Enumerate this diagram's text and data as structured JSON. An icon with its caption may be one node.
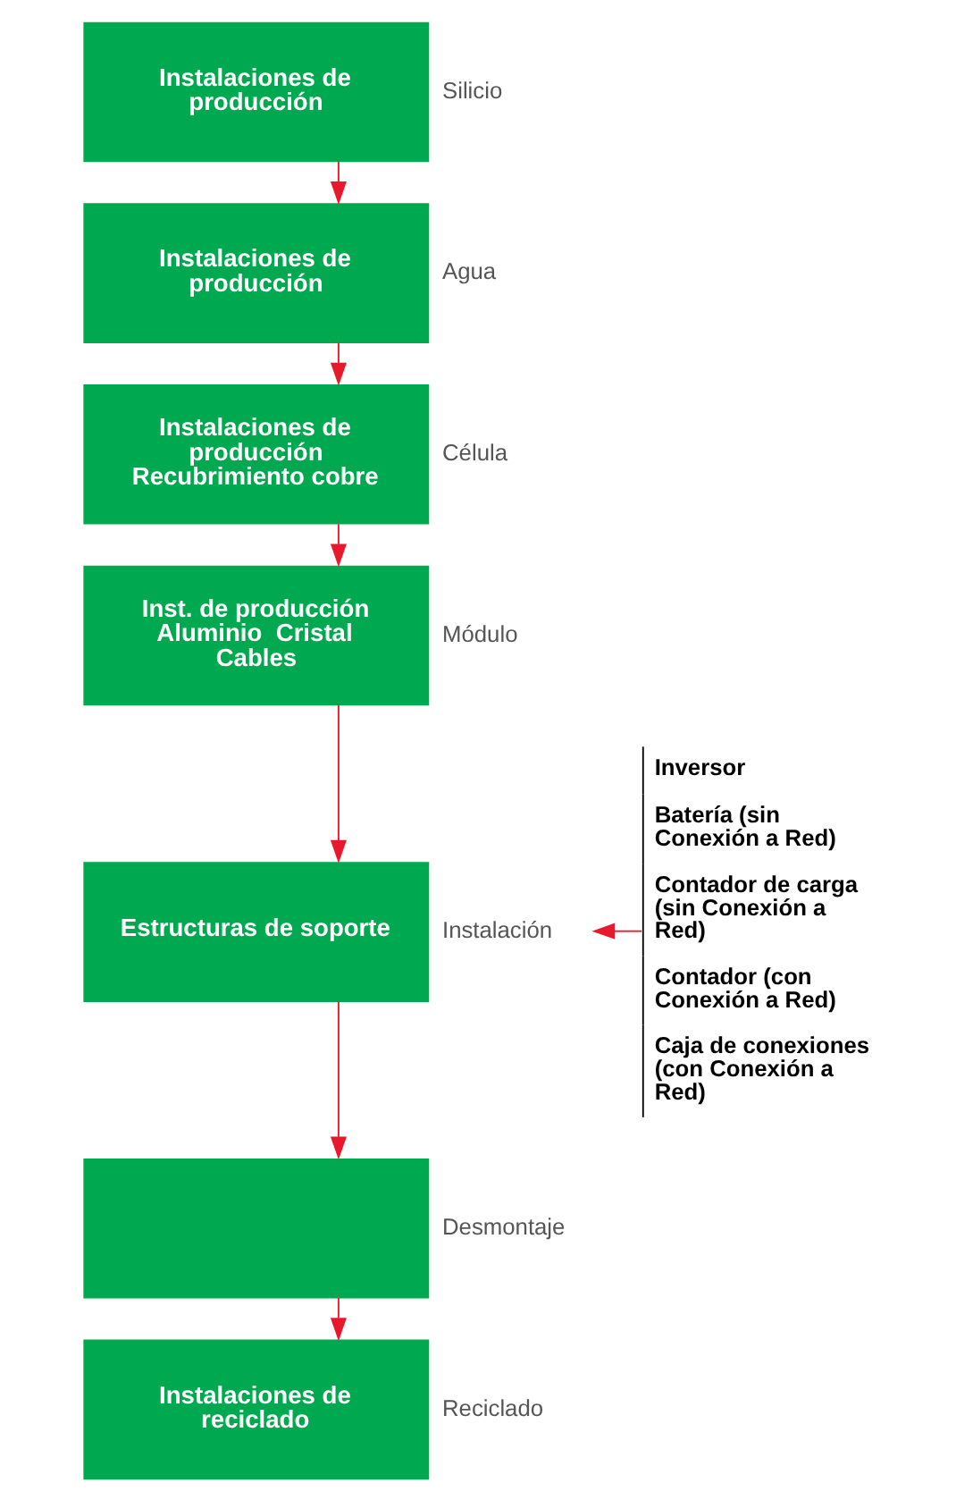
{
  "diagram": {
    "nodes": [
      {
        "text": [
          "Instalaciones de producción"
        ],
        "beside": [
          "Silicio"
        ]
      },
      {
        "text": [
          "Instalaciones de producción"
        ],
        "beside": [
          "Agua"
        ]
      },
      {
        "text": [
          "Instalaciones de producción Recubrimiento cobre"
        ],
        "beside": [
          "Célula"
        ]
      },
      {
        "text": [
          "Inst. de producción Aluminio  Cristal Cables"
        ],
        "beside": [
          "Módulo"
        ]
      },
      {
        "text": [
          "Estructuras de soporte"
        ],
        "beside": [
          "Instalación"
        ]
      },
      {
        "text": [],
        "shape": "box",
        "beside": [
          "Desmontaje"
        ]
      },
      {
        "text": [
          "Instalaciones de reciclado"
        ],
        "beside": [
          "Reciclado"
        ]
      },
      {
        "text": [
          "Inversor",
          "Batería (sin Conexión a Red)",
          "Contador de carga (sin Conexión a Red)",
          "Contador (con Conexión a Red)",
          "Caja de conexiones (con Conexión a Red)"
        ]
      }
    ],
    "edges": [
      {
        "from": 0,
        "to": 1,
        "arrow": "to"
      },
      {
        "from": 1,
        "to": 2,
        "arrow": "to"
      },
      {
        "from": 2,
        "to": 3,
        "arrow": "to"
      },
      {
        "from": 3,
        "to": 4,
        "arrow": "to"
      },
      {
        "from": 4,
        "to": 5,
        "arrow": "to"
      },
      {
        "from": 5,
        "to": 6,
        "arrow": "to"
      },
      {
        "from": 7,
        "to": 4,
        "arrow": "to"
      }
    ]
  }
}
